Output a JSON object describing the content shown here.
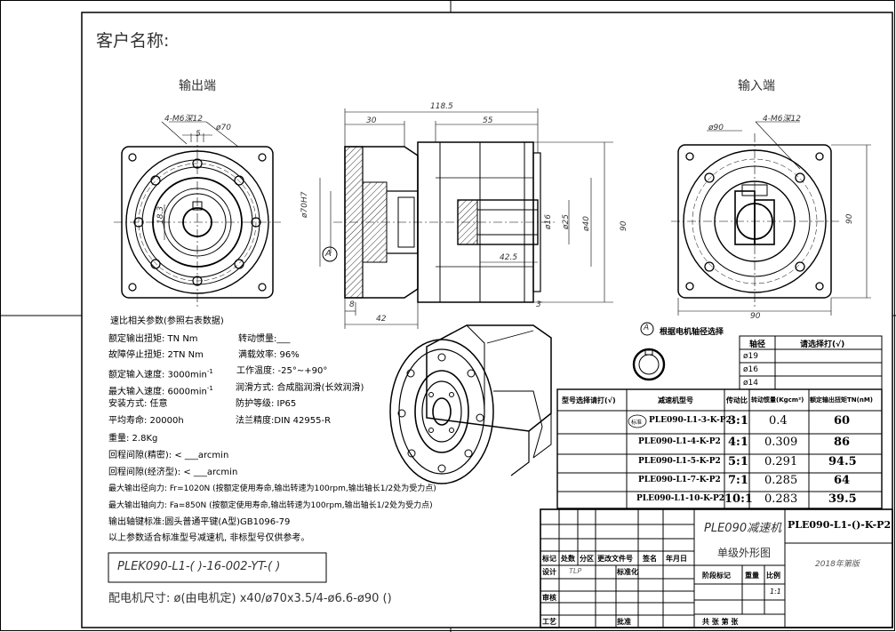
{
  "header": {
    "customer_label": "客户名称:"
  },
  "views": {
    "output_end": "输出端",
    "input_end": "输入端",
    "output_holes": "4-M6深12",
    "input_holes": "4-M6深12",
    "marker_a": "A"
  },
  "dims": {
    "d118_5": "118.5",
    "d30": "30",
    "d55": "55",
    "d8": "8",
    "d42": "42",
    "d42_5": "42.5",
    "d3": "3",
    "d90": "90",
    "d5": "5",
    "d70": "ø70",
    "d70h7": "ø70H7",
    "d16": "ø16",
    "d25": "ø25",
    "d40": "ø40",
    "d90r": "ø90",
    "d18_3": "18.3",
    "d90b": "90",
    "d90c": "90"
  },
  "specs": {
    "title": "速比相关参数(参照右表数据)",
    "rated_torque": "额定输出扭矩: TN Nm",
    "inertia": "转动惯量:___",
    "emergency_torque": "故障停止扭矩: 2TN Nm",
    "efficiency": "满载效率: 96%",
    "rated_speed": "额定输入速度: 3000min",
    "temperature": "工作温度: -25°~+90°",
    "max_speed": "最大输入速度: 6000min",
    "lubrication": "润滑方式: 合成脂润滑(长效润滑)",
    "mounting": "安装方式: 任意",
    "protection": "防护等级: IP65",
    "life": "平均寿命: 20000h",
    "flange": "法兰精度:DIN 42955-R",
    "weight": "重量:     2.8Kg",
    "backlash_precise": "回程间隙(精密): < ___arcmin",
    "backlash_economy": "回程间隙(经济型): < ___arcmin",
    "max_radial": "最大输出径向力: Fr=1020N (按额定使用寿命,输出转速为100rpm,输出轴长1/2处为受力点)",
    "max_axial": "最大输出轴向力: Fa=850N (按额定使用寿命,输出转速为100rpm,输出轴长1/2处为受力点)",
    "key_standard": "输出轴键标准:圆头普通平键(A型)GB1096-79",
    "note": "以上参数适合标准型号减速机, 非标型号仅供参考。",
    "model_code": "PLEK090-L1-(     )-16-002-YT-(     )",
    "motor_size": "配电机尺寸: ø(由电机定) x40/ø70x3.5/4-ø6.6-ø90 ()"
  },
  "shaft_select": {
    "title": "根据电机轴径选择",
    "col_diameter": "轴径",
    "col_choose": "请选择打(√)",
    "rows": [
      "ø19",
      "ø16",
      "ø14"
    ]
  },
  "model_table": {
    "headers": [
      "型号选择请打(√)",
      "减速机型号",
      "传动比",
      "转动惯量(Kgcm²)",
      "额定输出扭矩TN(nM)"
    ],
    "rows": [
      {
        "mark": "标准",
        "model": "PLE090-L1-3-K-P2",
        "ratio": "3:1",
        "inertia": "0.4",
        "torque": "60"
      },
      {
        "mark": "",
        "model": "PLE090-L1-4-K-P2",
        "ratio": "4:1",
        "inertia": "0.309",
        "torque": "86"
      },
      {
        "mark": "",
        "model": "PLE090-L1-5-K-P2",
        "ratio": "5:1",
        "inertia": "0.291",
        "torque": "94.5"
      },
      {
        "mark": "",
        "model": "PLE090-L1-7-K-P2",
        "ratio": "7:1",
        "inertia": "0.285",
        "torque": "64"
      },
      {
        "mark": "",
        "model": "PLE090-L1-10-K-P2",
        "ratio": "10:1",
        "inertia": "0.283",
        "torque": "39.5"
      }
    ]
  },
  "title_block": {
    "product": "PLE090减速机",
    "drawing": "单级外形图",
    "part_no": "PLE090-L1-()-K-P2",
    "edition": "2018年第版",
    "c_mark": "标记",
    "c_count": "处数",
    "c_zone": "分区",
    "c_docno": "更改文件号",
    "c_sign": "签名",
    "c_date": "年月日",
    "design": "设计",
    "designer": "TLP",
    "standard": "标准化",
    "stage": "阶段标记",
    "weight": "重量",
    "scale": "比例",
    "scale_val": "1:1",
    "review": "审核",
    "process": "工艺",
    "approve": "批准",
    "sheets": "共    张  第    张"
  }
}
